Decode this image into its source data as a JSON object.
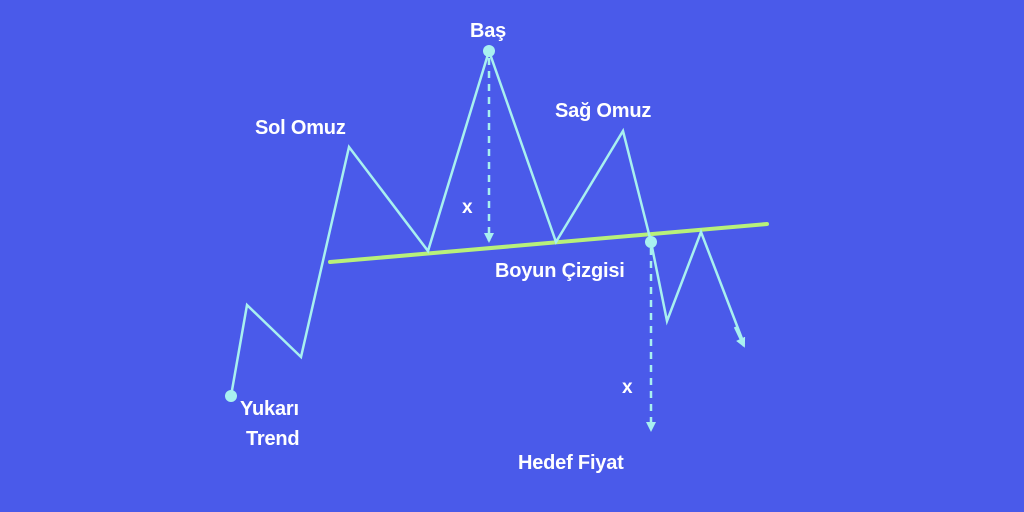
{
  "colors": {
    "background": "#4a5aea",
    "price_line": "#a8f0f0",
    "neckline": "#b8f07a",
    "marker": "#a8f0f0",
    "text": "#ffffff"
  },
  "labels": {
    "head": "Baş",
    "left_shoulder": "Sol Omuz",
    "right_shoulder": "Sağ Omuz",
    "neckline": "Boyun Çizgisi",
    "uptrend_line1": "Yukarı",
    "uptrend_line2": "Trend",
    "target_price": "Hedef Fiyat",
    "distance_head": "x",
    "distance_target": "x"
  }
}
